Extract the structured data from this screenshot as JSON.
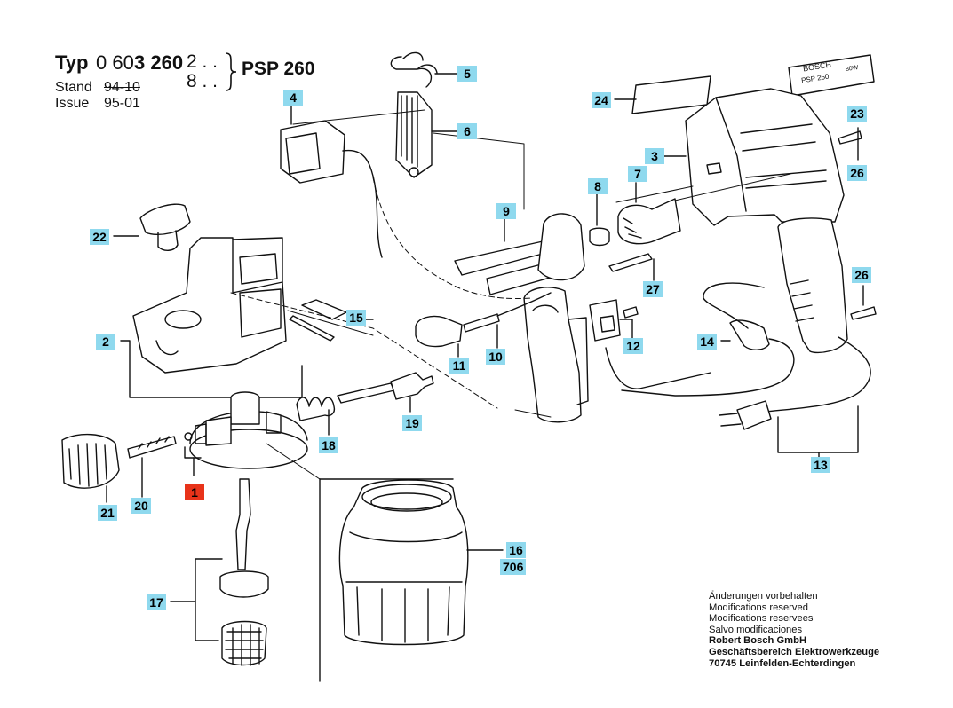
{
  "header": {
    "typ_label": "Typ",
    "typ_number_prefix": "0 60",
    "typ_number_bold": "3 260",
    "variant_1": "2 . .",
    "variant_2": "8 . .",
    "model": "PSP 260",
    "stand_label": "Stand",
    "stand_value": "94-10",
    "issue_label": "Issue",
    "issue_value": "95-01"
  },
  "nameplate": {
    "brand": "BOSCH",
    "model": "PSP 260",
    "power": "80W"
  },
  "callouts": [
    {
      "id": "1",
      "highlight": true
    },
    {
      "id": "2"
    },
    {
      "id": "3"
    },
    {
      "id": "4"
    },
    {
      "id": "5"
    },
    {
      "id": "6"
    },
    {
      "id": "7"
    },
    {
      "id": "8"
    },
    {
      "id": "9"
    },
    {
      "id": "10"
    },
    {
      "id": "11"
    },
    {
      "id": "12"
    },
    {
      "id": "13"
    },
    {
      "id": "14"
    },
    {
      "id": "15"
    },
    {
      "id": "16"
    },
    {
      "id": "706"
    },
    {
      "id": "17"
    },
    {
      "id": "18"
    },
    {
      "id": "19"
    },
    {
      "id": "20"
    },
    {
      "id": "21"
    },
    {
      "id": "22"
    },
    {
      "id": "23"
    },
    {
      "id": "24"
    },
    {
      "id": "26a",
      "label": "26"
    },
    {
      "id": "26b",
      "label": "26"
    },
    {
      "id": "27"
    }
  ],
  "notice": {
    "lines": [
      "Änderungen vorbehalten",
      "Modifications reserved",
      "Modifications reservees",
      "Salvo modificaciones"
    ],
    "company_lines": [
      "Robert Bosch GmbH",
      "Geschäftsbereich Elektrowerkzeuge",
      "70745 Leinfelden-Echterdingen"
    ]
  },
  "colors": {
    "callout": "#8fd9ee",
    "callout_highlight": "#e8331a",
    "line": "#111111"
  }
}
